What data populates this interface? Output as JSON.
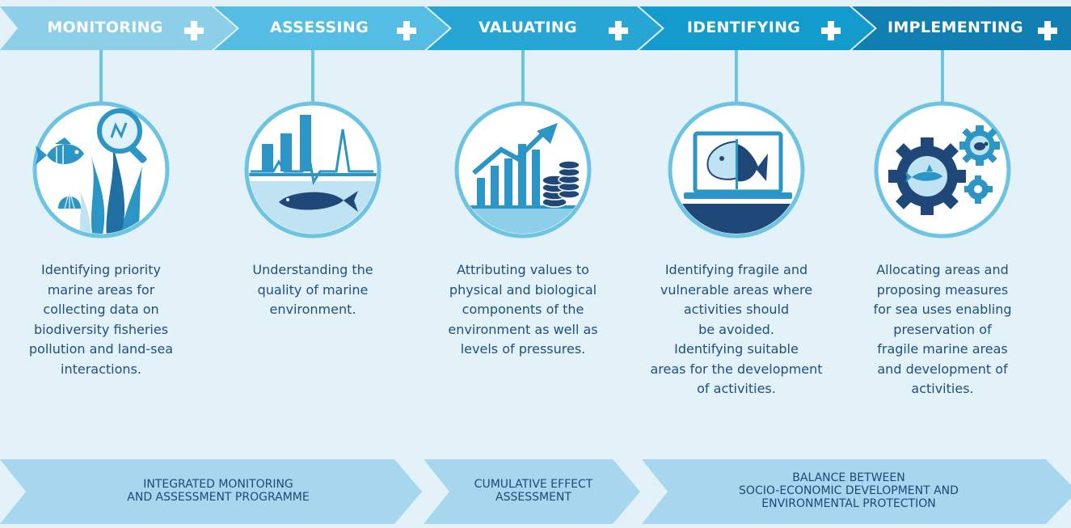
{
  "stages": [
    {
      "title": "MONITORING",
      "plus": "+",
      "icon": "fish-magnifier-seaweed-icon",
      "description": [
        "Identifying priority",
        "marine areas for",
        "collecting data on",
        "biodiversity fisheries",
        "pollution and land-sea",
        "interactions."
      ]
    },
    {
      "title": "ASSESSING",
      "plus": "+",
      "icon": "bar-chart-fish-icon",
      "description": [
        "Understanding the",
        "quality of marine",
        "environment."
      ]
    },
    {
      "title": "VALUATING",
      "plus": "+",
      "icon": "growth-chart-coins-icon",
      "description": [
        "Attributing values to",
        "physical and biological",
        "components of the",
        "environment as well as",
        "levels of pressures."
      ]
    },
    {
      "title": "IDENTIFYING",
      "plus": "+",
      "icon": "laptop-fish-icon",
      "description": [
        "Identifying fragile and",
        "vulnerable areas where",
        "activities should",
        "be avoided.",
        "Identifying suitable",
        "areas for the development",
        "of activities."
      ]
    },
    {
      "title": "IMPLEMENTING",
      "plus": "+",
      "icon": "gears-shark-turtle-icon",
      "description": [
        "Allocating areas and",
        "proposing measures",
        "for sea uses enabling",
        "preservation of",
        "fragile marine areas",
        "and development of",
        "activities."
      ]
    }
  ],
  "bands": [
    {
      "lines": [
        "INTEGRATED MONITORING",
        "AND ASSESSMENT PROGRAMME"
      ]
    },
    {
      "lines": [
        "CUMULATIVE EFFECT",
        "ASSESSMENT"
      ]
    },
    {
      "lines": [
        "BALANCE BETWEEN",
        "SOCIO-ECONOMIC DEVELOPMENT AND",
        "ENVIRONMENTAL PROTECTION"
      ]
    }
  ],
  "colors": {
    "background": "#e3f1f9",
    "header_gradient": [
      "#8dcfe9",
      "#55bde3",
      "#27a6d5",
      "#129bcc",
      "#107eb1"
    ],
    "connector": "#6cc3e2",
    "description_text": "#1d4f7f",
    "band_fill": "#a7d7ee",
    "band_text": "#1f4878",
    "icon_dark": "#1f4878",
    "icon_mid": "#2b95c5",
    "icon_light": "#bfe3f3"
  }
}
